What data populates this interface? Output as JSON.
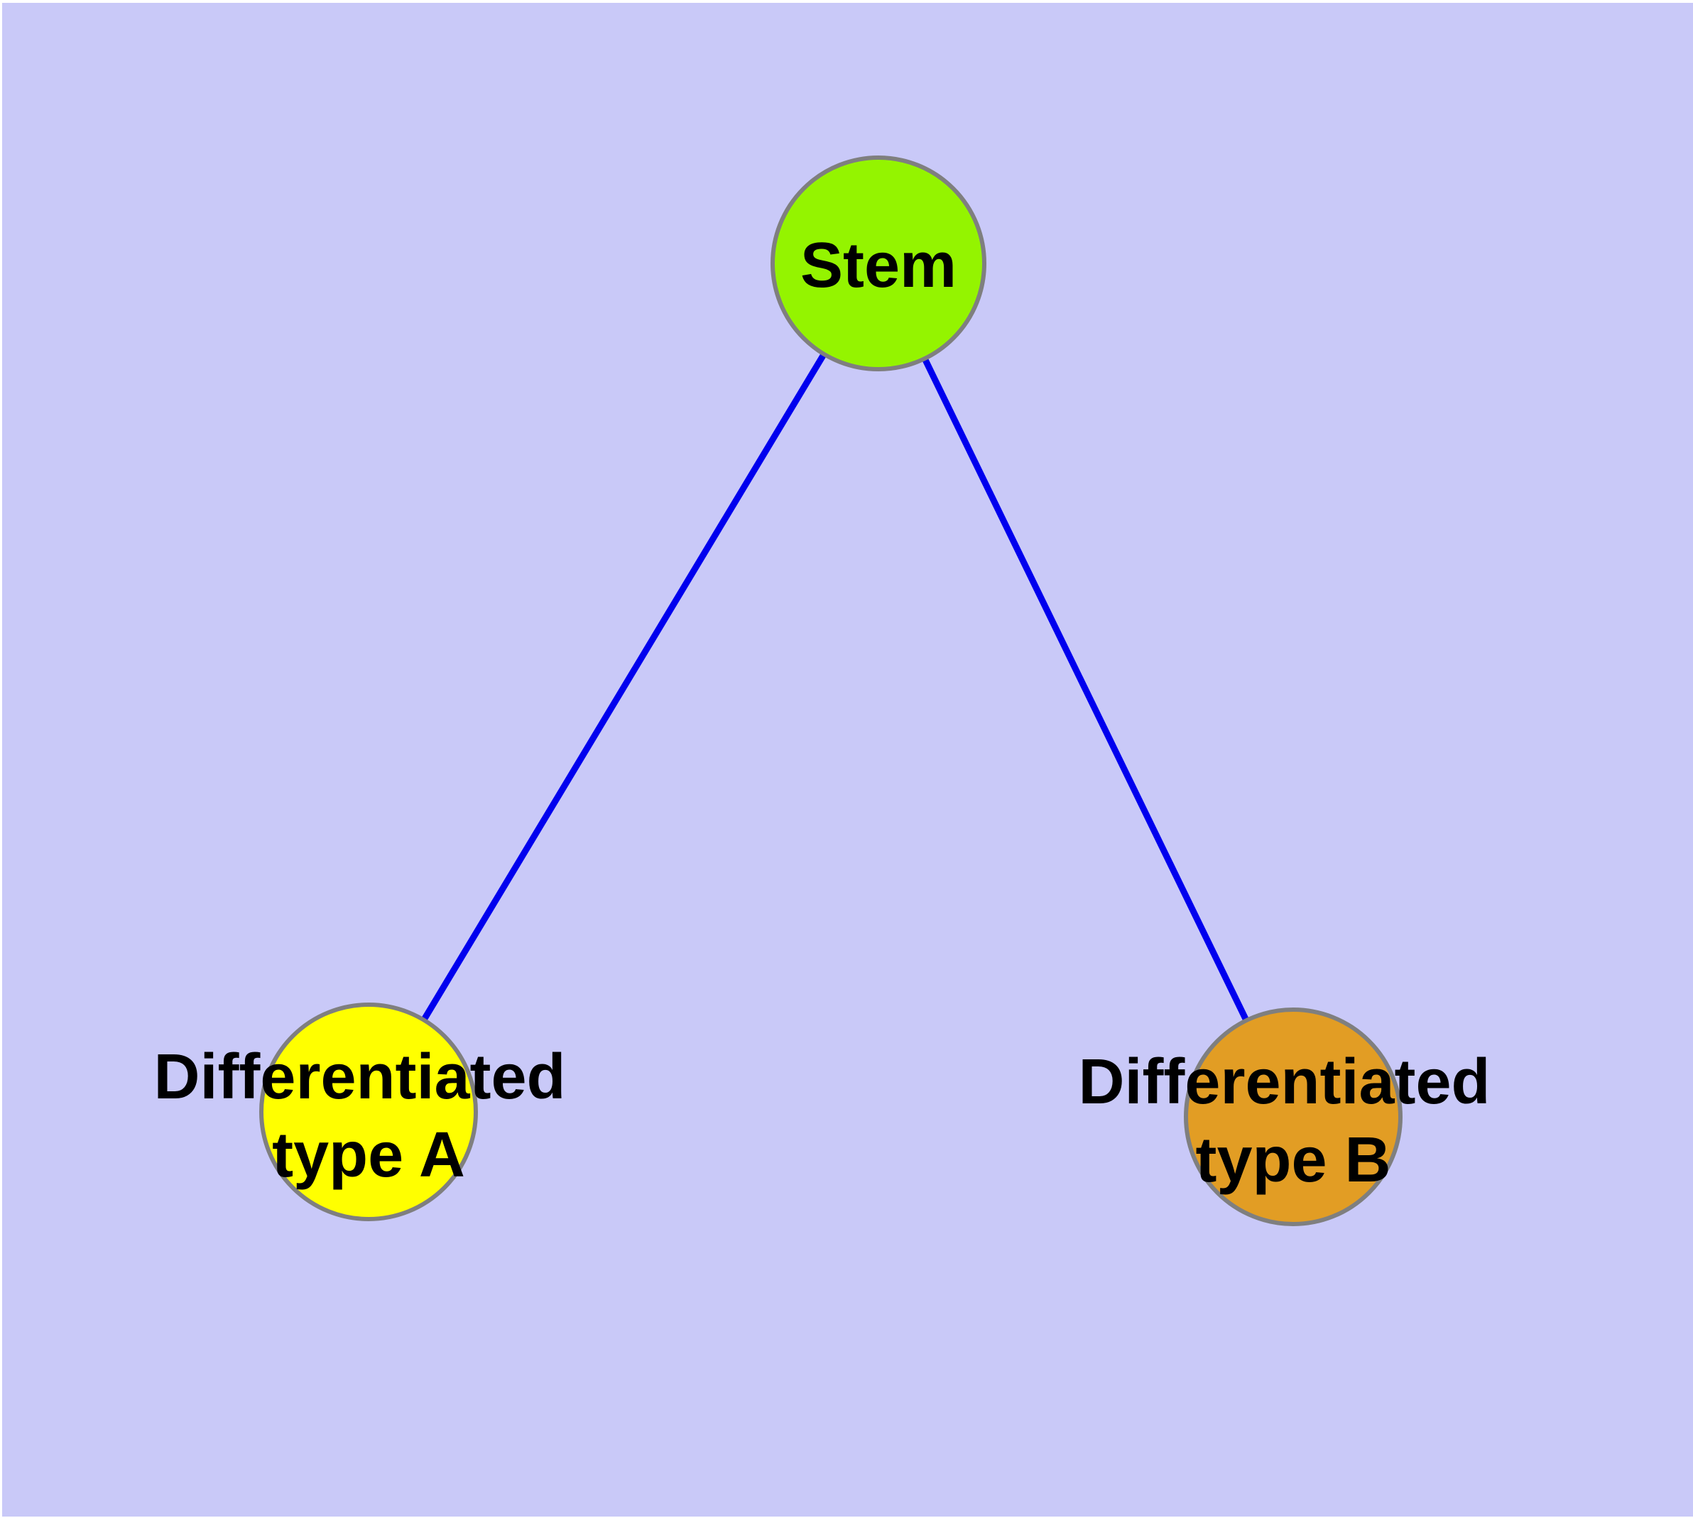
{
  "diagram": {
    "background_color": "#C9C9F8",
    "frame_color": "#FFFFFF",
    "edge_color": "#0000EE",
    "node_border_color": "#7F7F7F",
    "label_color": "#000000",
    "nodes": [
      {
        "id": "stem",
        "label": "Stem",
        "fill": "#94F400",
        "lines": [
          "Stem"
        ]
      },
      {
        "id": "differentiated-type-a",
        "label": "Differentiated type A",
        "fill": "#FFFF00",
        "lines": [
          "Differentiated",
          "type A"
        ]
      },
      {
        "id": "differentiated-type-b",
        "label": "Differentiated type B",
        "fill": "#E29D24",
        "lines": [
          "Differentiated",
          "type B"
        ]
      }
    ],
    "edges": [
      {
        "from": "Stem",
        "to": "Differentiated type A"
      },
      {
        "from": "Stem",
        "to": "Differentiated type B"
      }
    ]
  }
}
